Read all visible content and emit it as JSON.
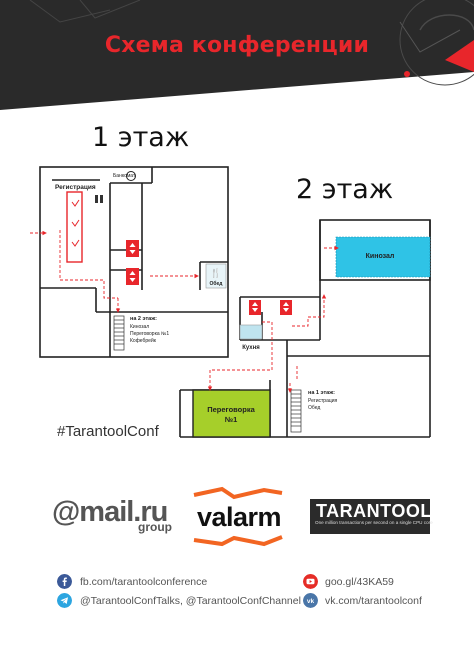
{
  "page": {
    "title": "Схема конференции",
    "floor1_title": "1 этаж",
    "floor2_title": "2 этаж"
  },
  "floor1": {
    "atm": "Банкомат",
    "registration": "Регистрация",
    "lunch": "Обед",
    "to_floor2_heading": "на 2 этаж:",
    "to_floor2_items": [
      "Кинозал",
      "Переговорка №1",
      "Кофебрейк"
    ]
  },
  "floor2": {
    "cinema": "Кинозал",
    "kitchen": "Кухня",
    "meeting_room_line1": "Переговорка",
    "meeting_room_line2": "№1",
    "to_floor1_heading": "на 1 этаж:",
    "to_floor1_items": [
      "Регистрация",
      "Обед"
    ]
  },
  "hashtag": "#TarantoolConf",
  "sponsors": {
    "mailru": "@mail.ru",
    "mailru_sub": "group",
    "valarm": "valarm",
    "tarantool": "TARANTOOL",
    "tarantool_tagline": "One million transactions per second on a single CPU core"
  },
  "links": {
    "facebook": "fb.com/tarantoolconference",
    "telegram": "@TarantoolConfTalks, @TarantoolConfChannel",
    "youtube": "goo.gl/43KA59",
    "vk": "vk.com/tarantoolconf"
  },
  "colors": {
    "accent_red": "#e8262b",
    "cinema_cyan": "#2fc3e6",
    "meeting_green": "#a6cf2a",
    "header_dark": "#2a2a2a",
    "facebook": "#3b5998",
    "telegram": "#2ca5e0",
    "youtube": "#e52d27",
    "vk": "#4a76a8",
    "valarm_orange": "#f26522",
    "mailru_orange": "#f59a1c"
  }
}
